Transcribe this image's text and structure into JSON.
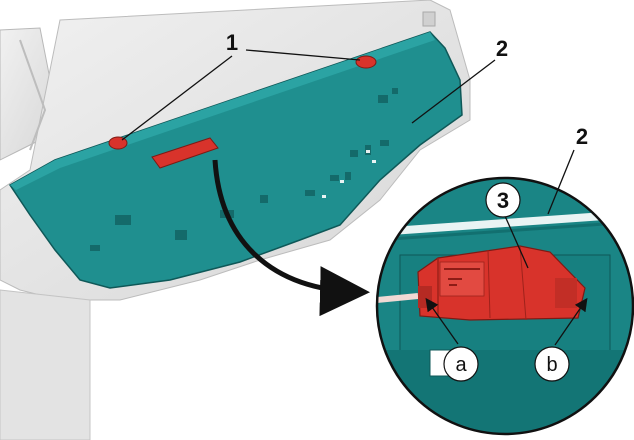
{
  "callouts": {
    "one": "1",
    "two": "2",
    "two_inset": "2",
    "three": "3",
    "a": "a",
    "b": "b"
  },
  "colors": {
    "panel": "#1f8f8f",
    "panel_dark": "#146a6a",
    "component": "#d8332b",
    "component_dark": "#9e221b",
    "body_grey": "#e6e6e6",
    "line": "#111111"
  }
}
